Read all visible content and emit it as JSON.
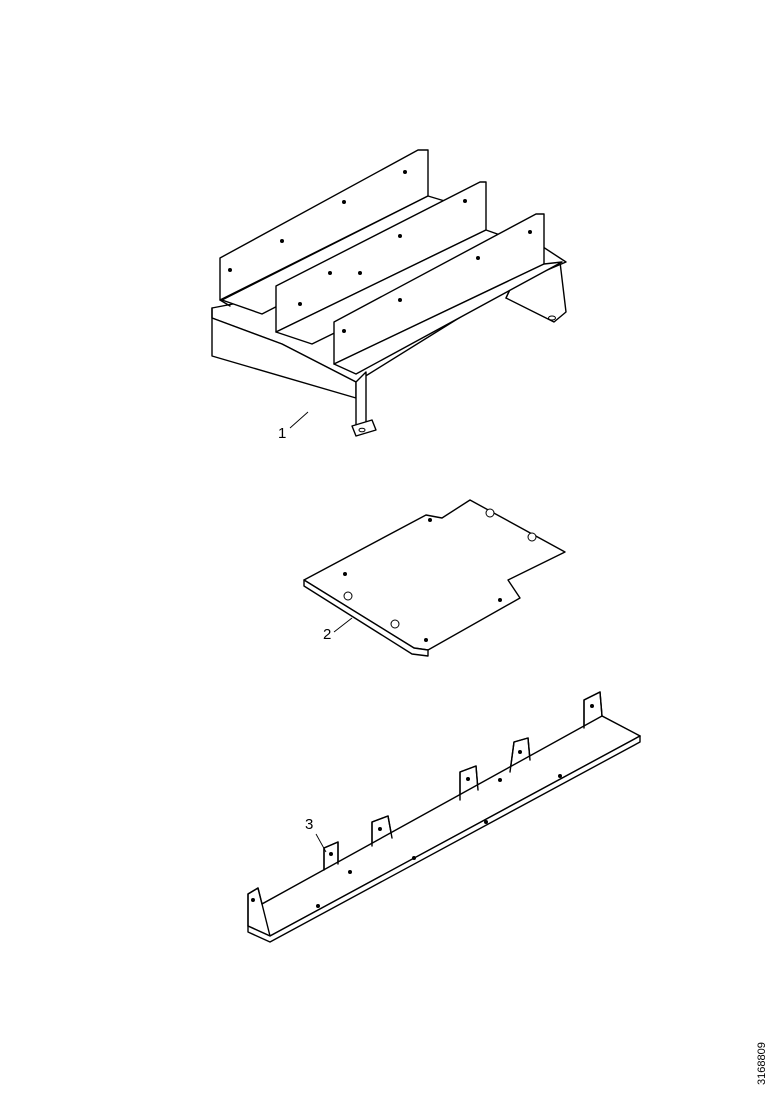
{
  "callouts": {
    "part_1": "1",
    "part_2": "2",
    "part_3": "3"
  },
  "drawing_number": "3168809",
  "colors": {
    "line": "#000000",
    "background": "#ffffff"
  }
}
